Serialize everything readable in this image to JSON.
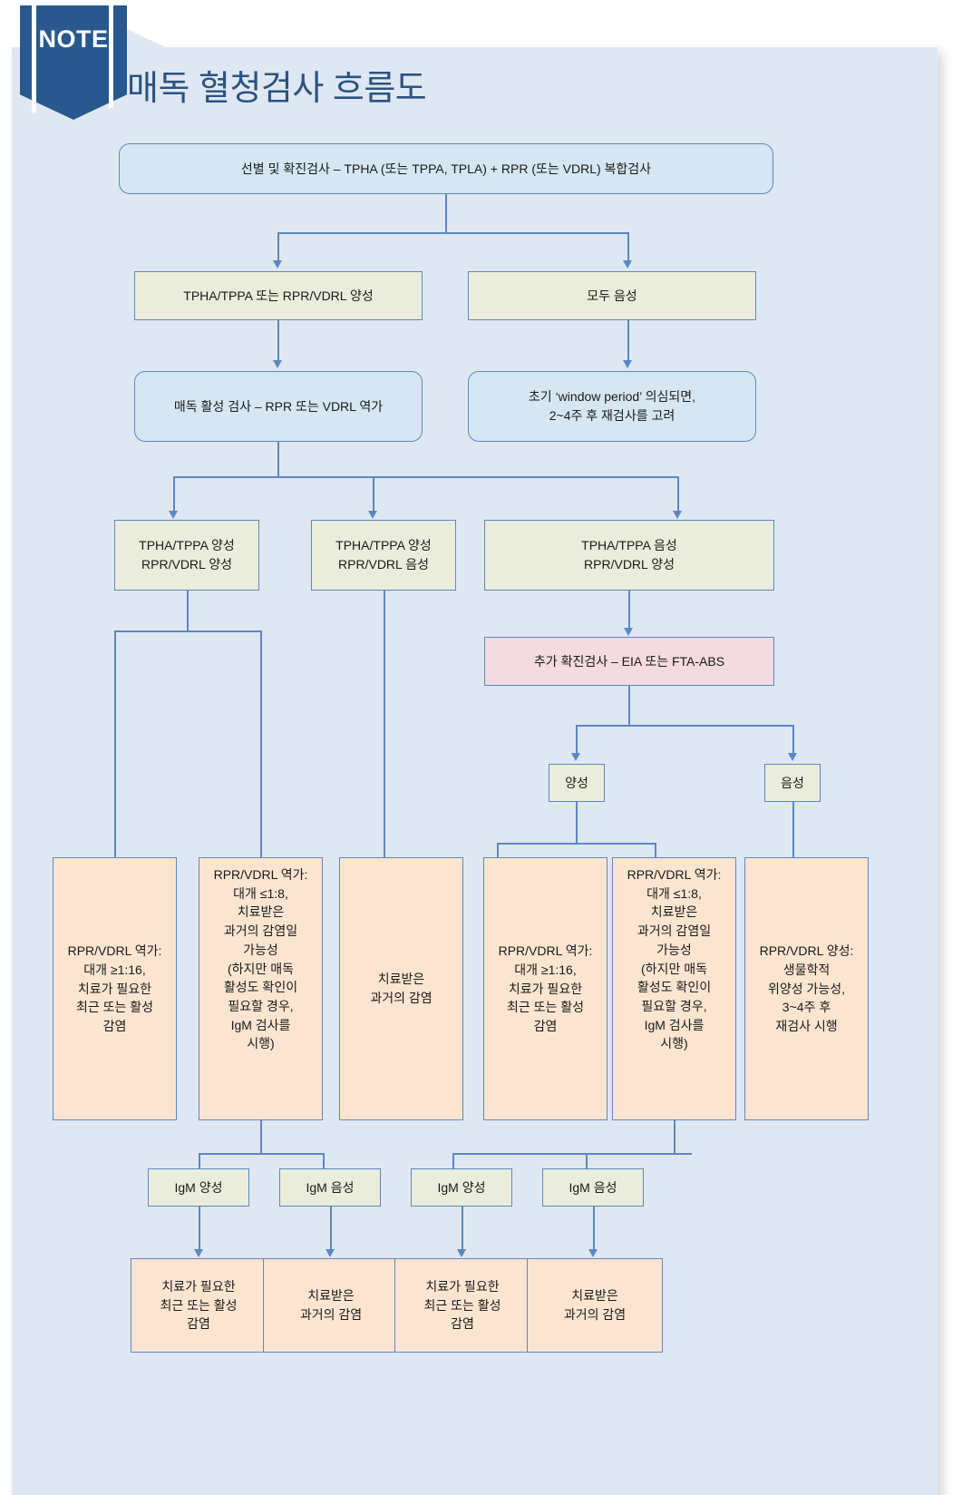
{
  "badge": {
    "label": "NOTE"
  },
  "header": {
    "title": "매독 혈청검사 흐름도"
  },
  "colors": {
    "card_bg": "#dfe8f2",
    "badge": "#28588d",
    "title": "#2c5380",
    "node_blue": "#d6e7f3",
    "node_green": "#eaeddb",
    "node_pink": "#f4dbdf",
    "node_orange": "#fbe5d1",
    "border": "#5b88c2"
  },
  "chart_data": {
    "type": "diagram",
    "title": "매독 혈청검사 흐름도",
    "nodes": [
      {
        "id": "n1",
        "label": "선별 및 확진검사 – TPHA (또는 TPPA, TPLA) + RPR (또는 VDRL) 복합검사",
        "style": "blue"
      },
      {
        "id": "n2",
        "label": "TPHA/TPPA 또는 RPR/VDRL 양성",
        "style": "green"
      },
      {
        "id": "n3",
        "label": "모두 음성",
        "style": "green"
      },
      {
        "id": "n4",
        "label": "매독 활성 검사 – RPR 또는 VDRL 역가",
        "style": "blue"
      },
      {
        "id": "n5",
        "label": "초기 ‘window period’ 의심되면,\n2~4주 후 재검사를 고려",
        "style": "blue"
      },
      {
        "id": "n6",
        "label": "TPHA/TPPA 양성\nRPR/VDRL 양성",
        "style": "green"
      },
      {
        "id": "n7",
        "label": "TPHA/TPPA 양성\nRPR/VDRL 음성",
        "style": "green"
      },
      {
        "id": "n8",
        "label": "TPHA/TPPA 음성\nRPR/VDRL 양성",
        "style": "green"
      },
      {
        "id": "n9",
        "label": "추가 확진검사 – EIA 또는 FTA-ABS",
        "style": "pink"
      },
      {
        "id": "n10",
        "label": "양성",
        "style": "green"
      },
      {
        "id": "n11",
        "label": "음성",
        "style": "green"
      },
      {
        "id": "n12",
        "label": "RPR/VDRL 역가:\n대개 ≥1:16,\n치료가 필요한\n최근 또는 활성\n감염",
        "style": "orange"
      },
      {
        "id": "n13",
        "label": "RPR/VDRL 역가:\n대개 ≤1:8,\n치료받은\n과거의 감염일\n가능성\n(하지만 매독\n활성도 확인이\n필요할 경우,\nIgM 검사를\n시행)",
        "style": "orange"
      },
      {
        "id": "n14",
        "label": "치료받은\n과거의 감염",
        "style": "orange"
      },
      {
        "id": "n15",
        "label": "RPR/VDRL 역가:\n대개 ≥1:16,\n치료가 필요한\n최근 또는 활성\n감염",
        "style": "orange"
      },
      {
        "id": "n16",
        "label": "RPR/VDRL 역가:\n대개 ≤1:8,\n치료받은\n과거의 감염일\n가능성\n(하지만 매독\n활성도 확인이\n필요할 경우,\nIgM 검사를\n시행)",
        "style": "orange"
      },
      {
        "id": "n17",
        "label": "RPR/VDRL 양성:\n생물학적\n위양성 가능성,\n3~4주 후\n재검사 시행",
        "style": "orange"
      },
      {
        "id": "n18",
        "label": "IgM 양성",
        "style": "green"
      },
      {
        "id": "n19",
        "label": "IgM 음성",
        "style": "green"
      },
      {
        "id": "n20",
        "label": "IgM 양성",
        "style": "green"
      },
      {
        "id": "n21",
        "label": "IgM 음성",
        "style": "green"
      },
      {
        "id": "n22",
        "label": "치료가 필요한\n최근 또는 활성\n감염",
        "style": "orange"
      },
      {
        "id": "n23",
        "label": "치료받은\n과거의 감염",
        "style": "orange"
      },
      {
        "id": "n24",
        "label": "치료가 필요한\n최근 또는 활성\n감염",
        "style": "orange"
      },
      {
        "id": "n25",
        "label": "치료받은\n과거의 감염",
        "style": "orange"
      }
    ],
    "edges": [
      [
        "n1",
        "n2"
      ],
      [
        "n1",
        "n3"
      ],
      [
        "n2",
        "n4"
      ],
      [
        "n3",
        "n5"
      ],
      [
        "n4",
        "n6"
      ],
      [
        "n4",
        "n7"
      ],
      [
        "n4",
        "n8"
      ],
      [
        "n8",
        "n9"
      ],
      [
        "n9",
        "n10"
      ],
      [
        "n9",
        "n11"
      ],
      [
        "n6",
        "n12"
      ],
      [
        "n6",
        "n13"
      ],
      [
        "n7",
        "n14"
      ],
      [
        "n10",
        "n15"
      ],
      [
        "n10",
        "n16"
      ],
      [
        "n11",
        "n17"
      ],
      [
        "n13",
        "n18"
      ],
      [
        "n13",
        "n19"
      ],
      [
        "n16",
        "n20"
      ],
      [
        "n16",
        "n21"
      ],
      [
        "n18",
        "n22"
      ],
      [
        "n19",
        "n23"
      ],
      [
        "n20",
        "n24"
      ],
      [
        "n21",
        "n25"
      ]
    ]
  },
  "nodes": {
    "n1": "선별 및 확진검사 – TPHA (또는 TPPA, TPLA) + RPR (또는 VDRL) 복합검사",
    "n2": "TPHA/TPPA 또는 RPR/VDRL 양성",
    "n3": "모두 음성",
    "n4": "매독 활성 검사 – RPR 또는 VDRL 역가",
    "n5_l1": "초기 ‘window period’ 의심되면,",
    "n5_l2": "2~4주 후 재검사를 고려",
    "n6_l1": "TPHA/TPPA 양성",
    "n6_l2": "RPR/VDRL 양성",
    "n7_l1": "TPHA/TPPA 양성",
    "n7_l2": "RPR/VDRL 음성",
    "n8_l1": "TPHA/TPPA 음성",
    "n8_l2": "RPR/VDRL 양성",
    "n9": "추가 확진검사 – EIA 또는 FTA-ABS",
    "n10": "양성",
    "n11": "음성",
    "n12_l1": "RPR/VDRL 역가:",
    "n12_l2": "대개 ≥1:16,",
    "n12_l3": "치료가 필요한",
    "n12_l4": "최근 또는 활성",
    "n12_l5": "감염",
    "n13_l1": "RPR/VDRL 역가:",
    "n13_l2": "대개 ≤1:8,",
    "n13_l3": "치료받은",
    "n13_l4": "과거의 감염일",
    "n13_l5": "가능성",
    "n13_l6": "(하지만 매독",
    "n13_l7": "활성도 확인이",
    "n13_l8": "필요할 경우,",
    "n13_l9": "IgM 검사를",
    "n13_l10": "시행)",
    "n14_l1": "치료받은",
    "n14_l2": "과거의 감염",
    "n15_l1": "RPR/VDRL 역가:",
    "n15_l2": "대개 ≥1:16,",
    "n15_l3": "치료가 필요한",
    "n15_l4": "최근 또는 활성",
    "n15_l5": "감염",
    "n16_l1": "RPR/VDRL 역가:",
    "n16_l2": "대개 ≤1:8,",
    "n16_l3": "치료받은",
    "n16_l4": "과거의 감염일",
    "n16_l5": "가능성",
    "n16_l6": "(하지만 매독",
    "n16_l7": "활성도 확인이",
    "n16_l8": "필요할 경우,",
    "n16_l9": "IgM 검사를",
    "n16_l10": "시행)",
    "n17_l1": "RPR/VDRL 양성:",
    "n17_l2": "생물학적",
    "n17_l3": "위양성 가능성,",
    "n17_l4": "3~4주 후",
    "n17_l5": "재검사 시행",
    "n18": "IgM 양성",
    "n19": "IgM 음성",
    "n20": "IgM 양성",
    "n21": "IgM 음성",
    "n22_l1": "치료가 필요한",
    "n22_l2": "최근 또는 활성",
    "n22_l3": "감염",
    "n23_l1": "치료받은",
    "n23_l2": "과거의 감염",
    "n24_l1": "치료가 필요한",
    "n24_l2": "최근 또는 활성",
    "n24_l3": "감염",
    "n25_l1": "치료받은",
    "n25_l2": "과거의 감염"
  }
}
